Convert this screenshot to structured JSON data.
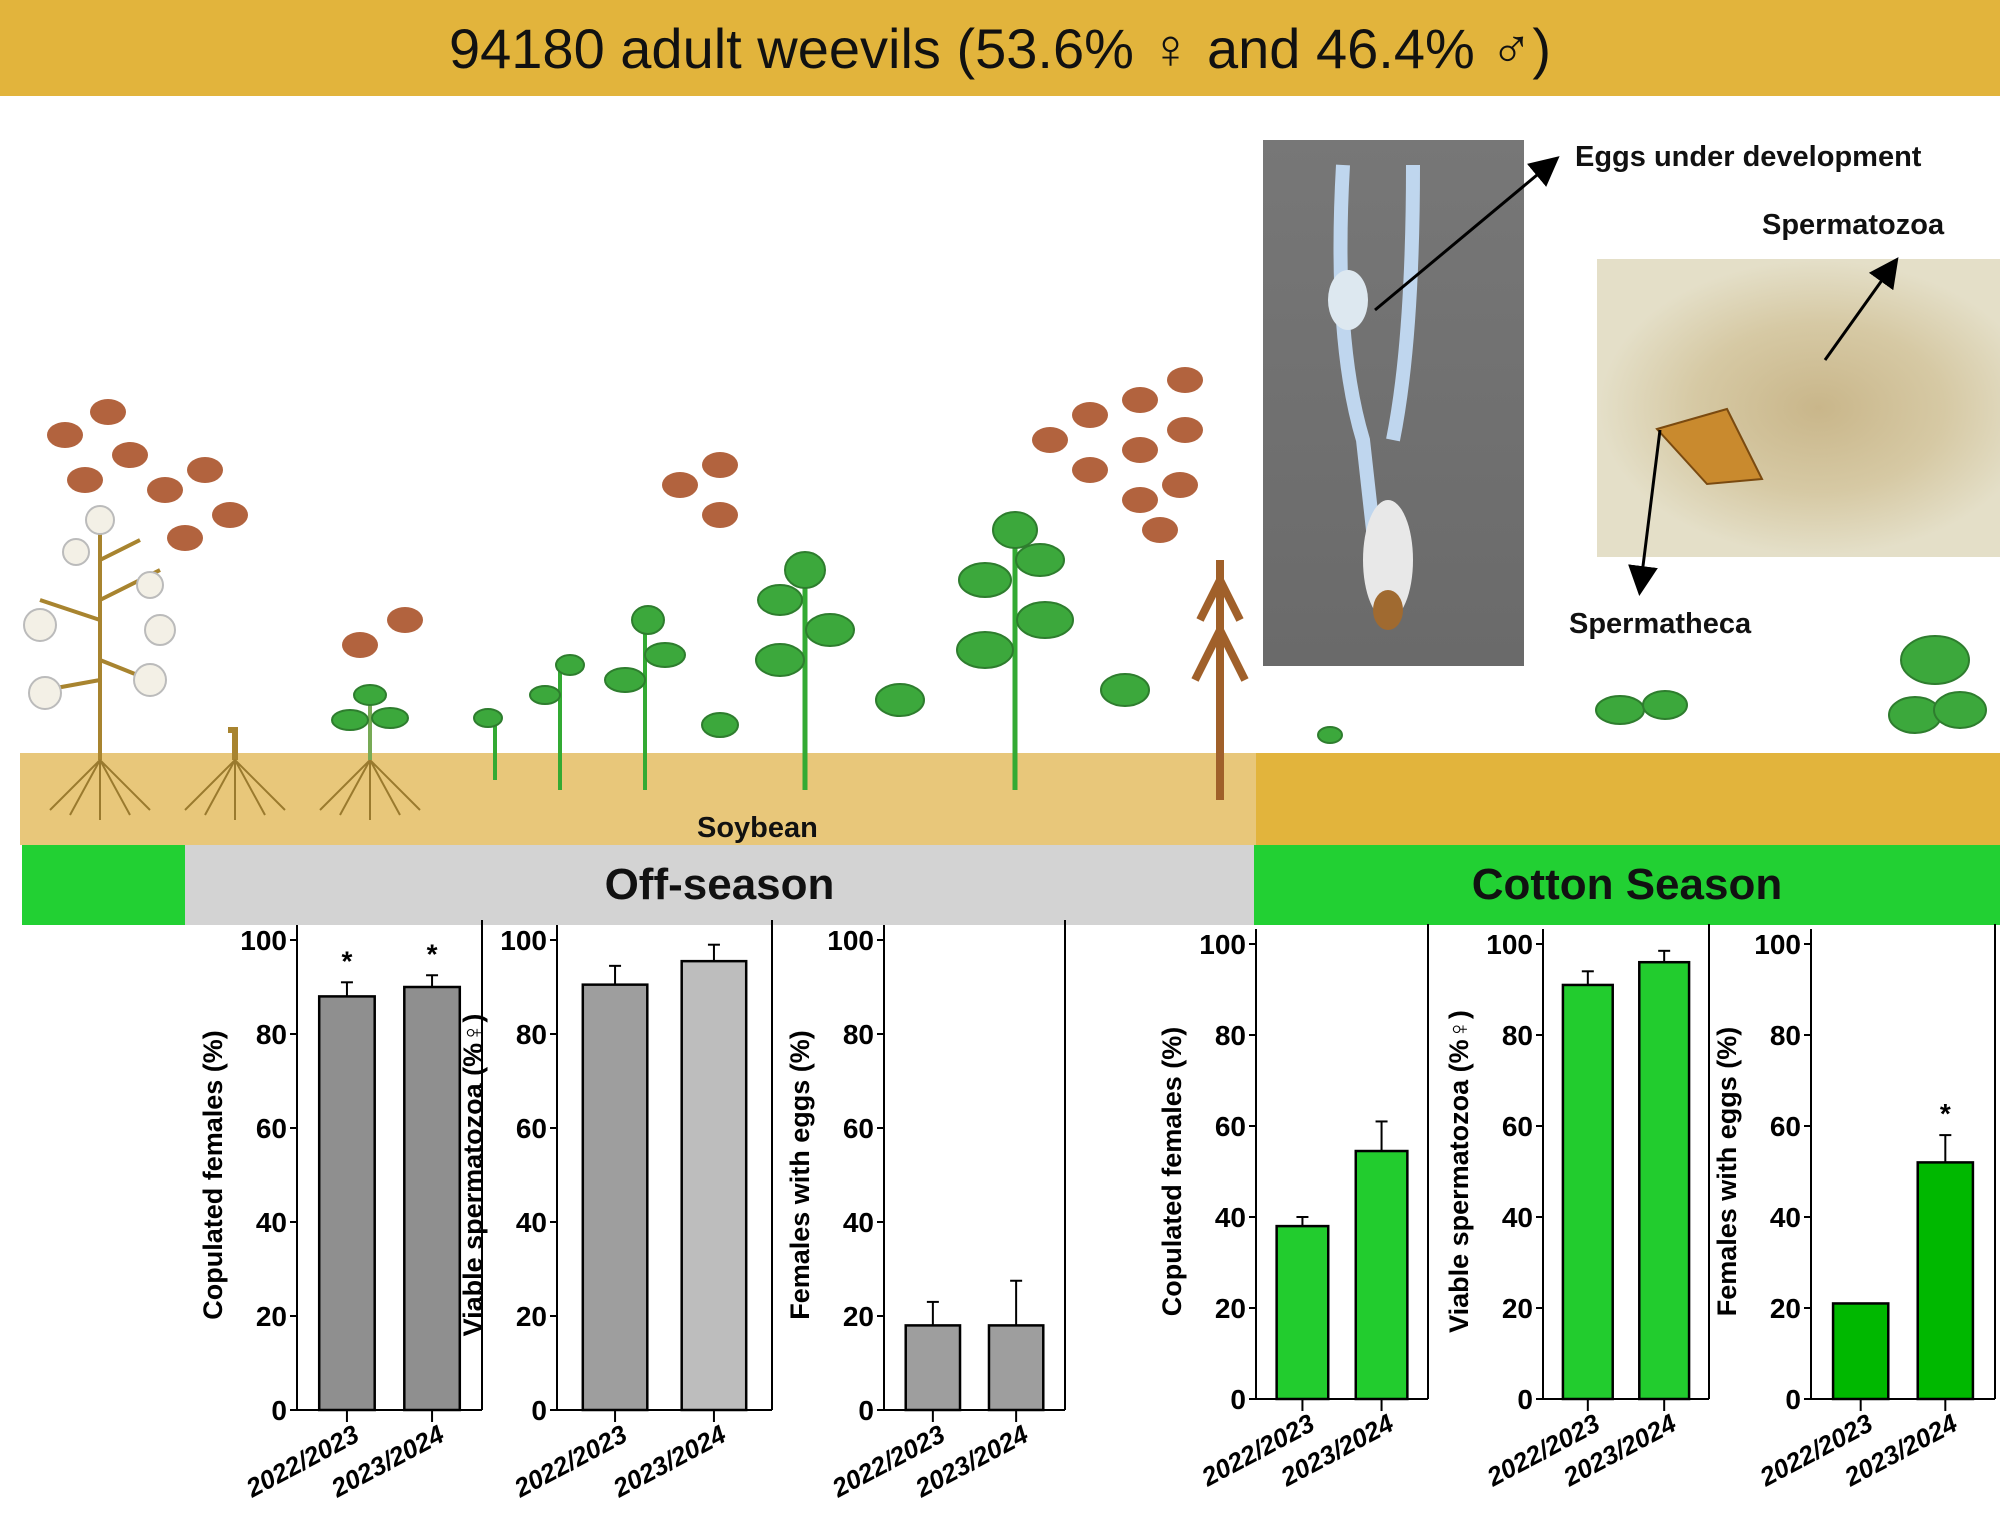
{
  "banner": {
    "title": "94180 adult weevils (53.6% ♀ and 46.4% ♂)"
  },
  "labels": {
    "eggs": "Eggs under development",
    "spermatozoa": "Spermatozoa",
    "spermatheca": "Spermatheca",
    "soybean": "Soybean"
  },
  "seasons": {
    "off": "Off-season",
    "cotton": "Cotton Season"
  },
  "colors": {
    "banner": "#E2B43C",
    "soil_off": "#E8C77A",
    "soil_cotton": "#E2B43C",
    "green": "#22D033",
    "gray": "#D3D3D3"
  },
  "chart_data": [
    {
      "type": "bar",
      "season": "Off-season",
      "ylabel": "Copulated females (%)",
      "ylim": [
        0,
        100
      ],
      "yticks": [
        0,
        20,
        40,
        60,
        80,
        100
      ],
      "categories": [
        "2022/2023",
        "2023/2024"
      ],
      "values": [
        88,
        90
      ],
      "errors": [
        3,
        2.5
      ],
      "significance": [
        "*",
        "*"
      ],
      "color": "#8F8F8F"
    },
    {
      "type": "bar",
      "season": "Off-season",
      "ylabel": "Viable spermatozoa (%♀)",
      "ylim": [
        0,
        100
      ],
      "yticks": [
        0,
        20,
        40,
        60,
        80,
        100
      ],
      "categories": [
        "2022/2023",
        "2023/2024"
      ],
      "values": [
        90.5,
        95.5
      ],
      "errors": [
        4,
        3.5
      ],
      "significance": [
        "",
        ""
      ],
      "colors": [
        "#9E9E9E",
        "#BDBDBD"
      ]
    },
    {
      "type": "bar",
      "season": "Off-season",
      "ylabel": "Females with eggs (%)",
      "ylim": [
        0,
        100
      ],
      "yticks": [
        0,
        20,
        40,
        60,
        80,
        100
      ],
      "categories": [
        "2022/2023",
        "2023/2024"
      ],
      "values": [
        18,
        18
      ],
      "errors": [
        5,
        9.5
      ],
      "significance": [
        "",
        ""
      ],
      "color": "#9E9E9E"
    },
    {
      "type": "bar",
      "season": "Cotton Season",
      "ylabel": "Copulated females (%)",
      "ylim": [
        0,
        100
      ],
      "yticks": [
        0,
        20,
        40,
        60,
        80,
        100
      ],
      "categories": [
        "2022/2023",
        "2023/2024"
      ],
      "values": [
        38,
        54.5
      ],
      "errors": [
        2,
        6.5
      ],
      "significance": [
        "",
        ""
      ],
      "color": "#22CC2E"
    },
    {
      "type": "bar",
      "season": "Cotton Season",
      "ylabel": "Viable spermatozoa (%♀)",
      "ylim": [
        0,
        100
      ],
      "yticks": [
        0,
        20,
        40,
        60,
        80,
        100
      ],
      "categories": [
        "2022/2023",
        "2023/2024"
      ],
      "values": [
        91,
        96
      ],
      "errors": [
        3,
        2.5
      ],
      "significance": [
        "",
        ""
      ],
      "color": "#22CC2E"
    },
    {
      "type": "bar",
      "season": "Cotton Season",
      "ylabel": "Females with eggs (%)",
      "ylim": [
        0,
        100
      ],
      "yticks": [
        0,
        20,
        40,
        60,
        80,
        100
      ],
      "categories": [
        "2022/2023",
        "2023/2024"
      ],
      "values": [
        21,
        52
      ],
      "errors": [
        0,
        6
      ],
      "significance": [
        "",
        "*"
      ],
      "color": "#00B800"
    }
  ]
}
